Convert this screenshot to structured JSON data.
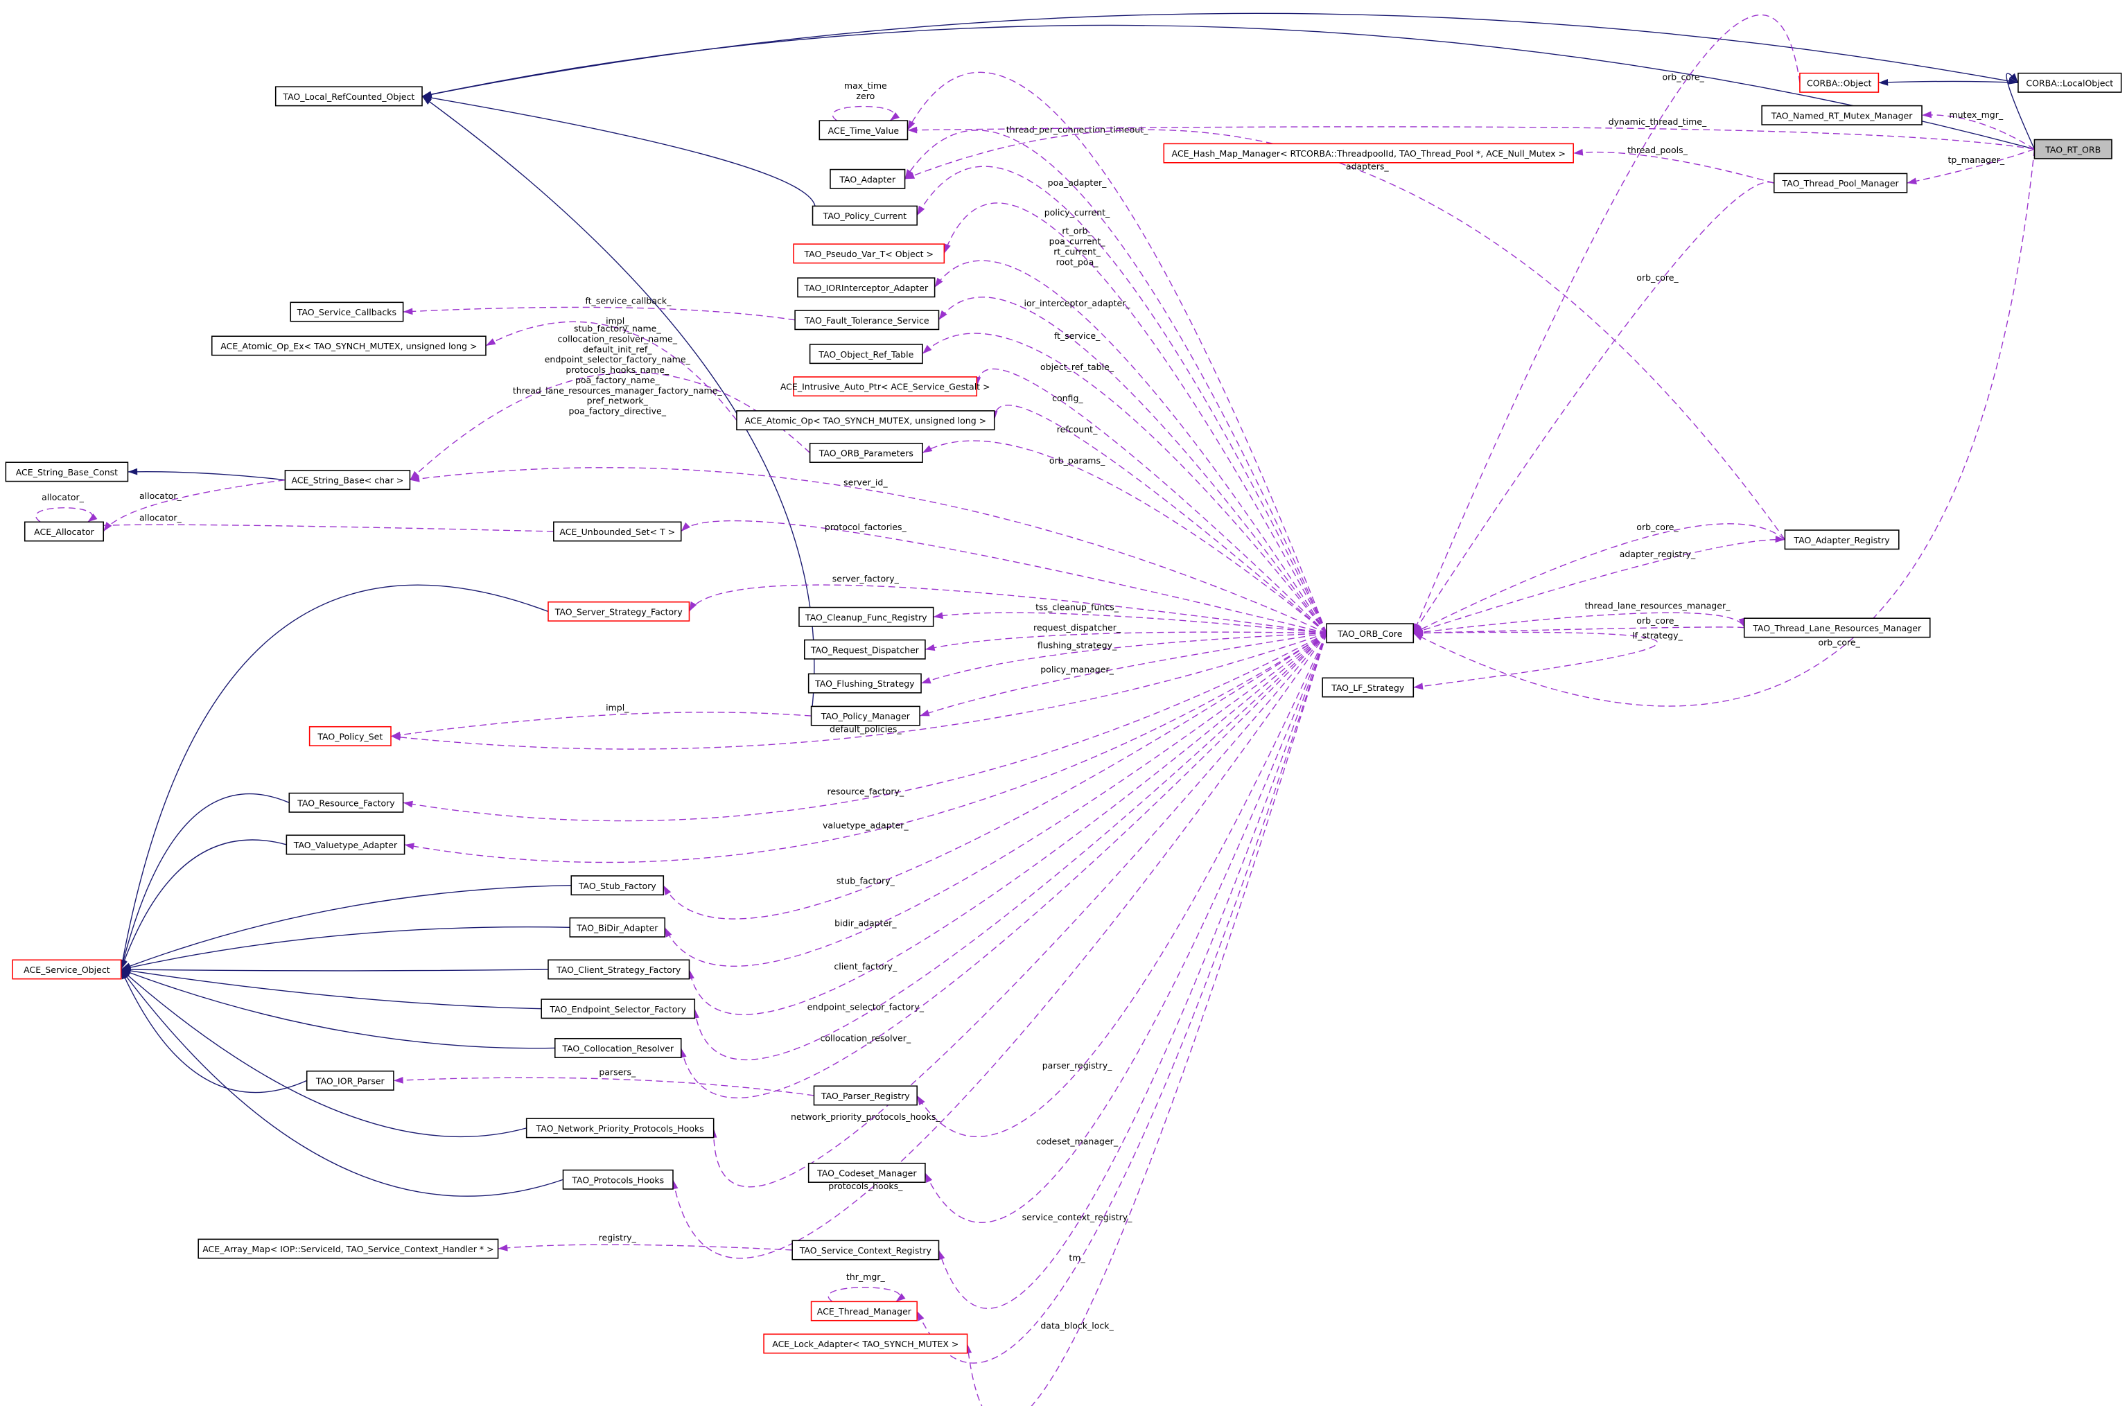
{
  "title": "TAO_RT_ORB collaboration graph",
  "colors": {
    "inheritance": "#191970",
    "usage": "#9a32cd",
    "incomplete_border": "#ff0000",
    "focus_fill": "#bfbfbf"
  },
  "nodes": [
    {
      "id": "rt_orb",
      "label": "TAO_RT_ORB",
      "focus": true
    },
    {
      "id": "localobject",
      "label": "CORBA::LocalObject"
    },
    {
      "id": "corba_object",
      "label": "CORBA::Object",
      "red": true
    },
    {
      "id": "local_refcounted",
      "label": "TAO_Local_RefCounted_Object"
    },
    {
      "id": "time_value",
      "label": "ACE_Time_Value"
    },
    {
      "id": "named_mutex",
      "label": "TAO_Named_RT_Mutex_Manager"
    },
    {
      "id": "hash_map",
      "label": "ACE_Hash_Map_Manager< RTCORBA::ThreadpoolId, TAO_Thread_Pool *, ACE_Null_Mutex >",
      "red": true
    },
    {
      "id": "thread_pool_mgr",
      "label": "TAO_Thread_Pool_Manager"
    },
    {
      "id": "adapter",
      "label": "TAO_Adapter"
    },
    {
      "id": "policy_current",
      "label": "TAO_Policy_Current"
    },
    {
      "id": "pseudo_var",
      "label": "TAO_Pseudo_Var_T< Object >",
      "red": true
    },
    {
      "id": "ior_interceptor",
      "label": "TAO_IORInterceptor_Adapter"
    },
    {
      "id": "service_callbacks",
      "label": "TAO_Service_Callbacks"
    },
    {
      "id": "fault_tolerance",
      "label": "TAO_Fault_Tolerance_Service"
    },
    {
      "id": "atomic_op_ex",
      "label": "ACE_Atomic_Op_Ex< TAO_SYNCH_MUTEX, unsigned long >"
    },
    {
      "id": "object_ref_table",
      "label": "TAO_Object_Ref_Table"
    },
    {
      "id": "intrusive_ptr",
      "label": "ACE_Intrusive_Auto_Ptr< ACE_Service_Gestalt >",
      "red": true
    },
    {
      "id": "atomic_op",
      "label": "ACE_Atomic_Op< TAO_SYNCH_MUTEX, unsigned long >"
    },
    {
      "id": "orb_params",
      "label": "TAO_ORB_Parameters"
    },
    {
      "id": "string_base_const",
      "label": "ACE_String_Base_Const"
    },
    {
      "id": "string_base",
      "label": "ACE_String_Base< char >"
    },
    {
      "id": "allocator",
      "label": "ACE_Allocator"
    },
    {
      "id": "unbounded_set",
      "label": "ACE_Unbounded_Set< T >"
    },
    {
      "id": "adapter_registry",
      "label": "TAO_Adapter_Registry"
    },
    {
      "id": "server_strategy",
      "label": "TAO_Server_Strategy_Factory",
      "red": true
    },
    {
      "id": "cleanup",
      "label": "TAO_Cleanup_Func_Registry"
    },
    {
      "id": "orb_core",
      "label": "TAO_ORB_Core"
    },
    {
      "id": "thread_lane",
      "label": "TAO_Thread_Lane_Resources_Manager"
    },
    {
      "id": "request_dispatcher",
      "label": "TAO_Request_Dispatcher"
    },
    {
      "id": "flushing",
      "label": "TAO_Flushing_Strategy"
    },
    {
      "id": "lf_strategy",
      "label": "TAO_LF_Strategy"
    },
    {
      "id": "policy_manager",
      "label": "TAO_Policy_Manager"
    },
    {
      "id": "policy_set",
      "label": "TAO_Policy_Set",
      "red": true
    },
    {
      "id": "resource_factory",
      "label": "TAO_Resource_Factory"
    },
    {
      "id": "valuetype",
      "label": "TAO_Valuetype_Adapter"
    },
    {
      "id": "stub_factory",
      "label": "TAO_Stub_Factory"
    },
    {
      "id": "bidir",
      "label": "TAO_BiDir_Adapter"
    },
    {
      "id": "service_object",
      "label": "ACE_Service_Object",
      "red": true
    },
    {
      "id": "client_strategy",
      "label": "TAO_Client_Strategy_Factory"
    },
    {
      "id": "endpoint_selector",
      "label": "TAO_Endpoint_Selector_Factory"
    },
    {
      "id": "collocation",
      "label": "TAO_Collocation_Resolver"
    },
    {
      "id": "ior_parser",
      "label": "TAO_IOR_Parser"
    },
    {
      "id": "parser_registry",
      "label": "TAO_Parser_Registry"
    },
    {
      "id": "network_priority",
      "label": "TAO_Network_Priority_Protocols_Hooks"
    },
    {
      "id": "codeset",
      "label": "TAO_Codeset_Manager"
    },
    {
      "id": "protocols_hooks",
      "label": "TAO_Protocols_Hooks"
    },
    {
      "id": "array_map",
      "label": "ACE_Array_Map< IOP::ServiceId, TAO_Service_Context_Handler * >"
    },
    {
      "id": "service_context",
      "label": "TAO_Service_Context_Registry"
    },
    {
      "id": "thread_manager",
      "label": "ACE_Thread_Manager",
      "red": true
    },
    {
      "id": "lock_adapter",
      "label": "ACE_Lock_Adapter< TAO_SYNCH_MUTEX >",
      "red": true
    }
  ],
  "edges": [
    {
      "from": "rt_orb",
      "to": "local_refcounted",
      "kind": "inheritance",
      "label": []
    },
    {
      "from": "rt_orb",
      "to": "localobject",
      "kind": "inheritance",
      "label": []
    },
    {
      "from": "local_refcounted",
      "to": "localobject",
      "kind": "inheritance",
      "label": []
    },
    {
      "from": "localobject",
      "to": "corba_object",
      "kind": "inheritance",
      "label": []
    },
    {
      "from": "policy_current",
      "to": "local_refcounted",
      "kind": "inheritance",
      "label": []
    },
    {
      "from": "policy_manager",
      "to": "local_refcounted",
      "kind": "inheritance",
      "label": []
    },
    {
      "from": "string_base",
      "to": "string_base_const",
      "kind": "inheritance",
      "label": []
    },
    {
      "from": "server_strategy",
      "to": "service_object",
      "kind": "inheritance",
      "label": []
    },
    {
      "from": "resource_factory",
      "to": "service_object",
      "kind": "inheritance",
      "label": []
    },
    {
      "from": "valuetype",
      "to": "service_object",
      "kind": "inheritance",
      "label": []
    },
    {
      "from": "stub_factory",
      "to": "service_object",
      "kind": "inheritance",
      "label": []
    },
    {
      "from": "bidir",
      "to": "service_object",
      "kind": "inheritance",
      "label": []
    },
    {
      "from": "client_strategy",
      "to": "service_object",
      "kind": "inheritance",
      "label": []
    },
    {
      "from": "endpoint_selector",
      "to": "service_object",
      "kind": "inheritance",
      "label": []
    },
    {
      "from": "collocation",
      "to": "service_object",
      "kind": "inheritance",
      "label": []
    },
    {
      "from": "ior_parser",
      "to": "service_object",
      "kind": "inheritance",
      "label": []
    },
    {
      "from": "network_priority",
      "to": "service_object",
      "kind": "inheritance",
      "label": []
    },
    {
      "from": "protocols_hooks",
      "to": "service_object",
      "kind": "inheritance",
      "label": []
    },
    {
      "from": "time_value",
      "to": "time_value",
      "kind": "usage",
      "label": [
        "max_time",
        "zero"
      ]
    },
    {
      "from": "thread_manager",
      "to": "thread_manager",
      "kind": "usage",
      "label": [
        "thr_mgr_"
      ]
    },
    {
      "from": "allocator",
      "to": "allocator",
      "kind": "usage",
      "label": [
        "allocator_"
      ]
    },
    {
      "from": "string_base",
      "to": "allocator",
      "kind": "usage",
      "label": [
        "allocator_"
      ]
    },
    {
      "from": "unbounded_set",
      "to": "allocator",
      "kind": "usage",
      "label": [
        "allocator_"
      ]
    },
    {
      "from": "fault_tolerance",
      "to": "service_callbacks",
      "kind": "usage",
      "label": [
        "ft_service_callback_"
      ]
    },
    {
      "from": "atomic_op",
      "to": "atomic_op_ex",
      "kind": "usage",
      "label": [
        "impl_"
      ]
    },
    {
      "from": "orb_params",
      "to": "string_base",
      "kind": "usage",
      "label": [
        "stub_factory_name_",
        "collocation_resolver_name_",
        "default_init_ref_",
        "endpoint_selector_factory_name_",
        "protocols_hooks_name_",
        "poa_factory_name_",
        "thread_lane_resources_manager_factory_name_",
        "pref_network_",
        "poa_factory_directive_"
      ]
    },
    {
      "from": "policy_manager",
      "to": "policy_set",
      "kind": "usage",
      "label": [
        "impl_"
      ]
    },
    {
      "from": "parser_registry",
      "to": "ior_parser",
      "kind": "usage",
      "label": [
        "parsers_"
      ]
    },
    {
      "from": "service_context",
      "to": "array_map",
      "kind": "usage",
      "label": [
        "registry_"
      ]
    },
    {
      "from": "orb_core",
      "to": "time_value",
      "kind": "usage",
      "label": [
        "thread_per_connection_timeout_"
      ]
    },
    {
      "from": "orb_core",
      "to": "adapter",
      "kind": "usage",
      "label": [
        "poa_adapter_"
      ]
    },
    {
      "from": "orb_core",
      "to": "policy_current",
      "kind": "usage",
      "label": [
        "policy_current_"
      ]
    },
    {
      "from": "orb_core",
      "to": "pseudo_var",
      "kind": "usage",
      "label": [
        "rt_orb_",
        "poa_current_",
        "rt_current_",
        "root_poa_"
      ]
    },
    {
      "from": "orb_core",
      "to": "ior_interceptor",
      "kind": "usage",
      "label": [
        "ior_interceptor_adapter_"
      ]
    },
    {
      "from": "orb_core",
      "to": "fault_tolerance",
      "kind": "usage",
      "label": [
        "ft_service_"
      ]
    },
    {
      "from": "orb_core",
      "to": "object_ref_table",
      "kind": "usage",
      "label": [
        "object_ref_table_"
      ]
    },
    {
      "from": "orb_core",
      "to": "intrusive_ptr",
      "kind": "usage",
      "label": [
        "config_"
      ]
    },
    {
      "from": "orb_core",
      "to": "atomic_op",
      "kind": "usage",
      "label": [
        "refcount_"
      ]
    },
    {
      "from": "orb_core",
      "to": "orb_params",
      "kind": "usage",
      "label": [
        "orb_params_"
      ]
    },
    {
      "from": "orb_core",
      "to": "string_base",
      "kind": "usage",
      "label": [
        "server_id_"
      ]
    },
    {
      "from": "orb_core",
      "to": "unbounded_set",
      "kind": "usage",
      "label": [
        "protocol_factories_"
      ]
    },
    {
      "from": "orb_core",
      "to": "server_strategy",
      "kind": "usage",
      "label": [
        "server_factory_"
      ]
    },
    {
      "from": "orb_core",
      "to": "cleanup",
      "kind": "usage",
      "label": [
        "tss_cleanup_funcs_"
      ]
    },
    {
      "from": "orb_core",
      "to": "request_dispatcher",
      "kind": "usage",
      "label": [
        "request_dispatcher_"
      ]
    },
    {
      "from": "orb_core",
      "to": "flushing",
      "kind": "usage",
      "label": [
        "flushing_strategy_"
      ]
    },
    {
      "from": "orb_core",
      "to": "policy_manager",
      "kind": "usage",
      "label": [
        "policy_manager_"
      ]
    },
    {
      "from": "orb_core",
      "to": "policy_set",
      "kind": "usage",
      "label": [
        "default_policies_"
      ]
    },
    {
      "from": "orb_core",
      "to": "resource_factory",
      "kind": "usage",
      "label": [
        "resource_factory_"
      ]
    },
    {
      "from": "orb_core",
      "to": "valuetype",
      "kind": "usage",
      "label": [
        "valuetype_adapter_"
      ]
    },
    {
      "from": "orb_core",
      "to": "stub_factory",
      "kind": "usage",
      "label": [
        "stub_factory_"
      ]
    },
    {
      "from": "orb_core",
      "to": "bidir",
      "kind": "usage",
      "label": [
        "bidir_adapter_"
      ]
    },
    {
      "from": "orb_core",
      "to": "client_strategy",
      "kind": "usage",
      "label": [
        "client_factory_"
      ]
    },
    {
      "from": "orb_core",
      "to": "endpoint_selector",
      "kind": "usage",
      "label": [
        "endpoint_selector_factory_"
      ]
    },
    {
      "from": "orb_core",
      "to": "collocation",
      "kind": "usage",
      "label": [
        "collocation_resolver_"
      ]
    },
    {
      "from": "orb_core",
      "to": "parser_registry",
      "kind": "usage",
      "label": [
        "parser_registry_"
      ]
    },
    {
      "from": "orb_core",
      "to": "network_priority",
      "kind": "usage",
      "label": [
        "network_priority_protocols_hooks_"
      ]
    },
    {
      "from": "orb_core",
      "to": "codeset",
      "kind": "usage",
      "label": [
        "codeset_manager_"
      ]
    },
    {
      "from": "orb_core",
      "to": "protocols_hooks",
      "kind": "usage",
      "label": [
        "protocols_hooks_"
      ]
    },
    {
      "from": "orb_core",
      "to": "service_context",
      "kind": "usage",
      "label": [
        "service_context_registry_"
      ]
    },
    {
      "from": "orb_core",
      "to": "thread_manager",
      "kind": "usage",
      "label": [
        "tm_"
      ]
    },
    {
      "from": "orb_core",
      "to": "lock_adapter",
      "kind": "usage",
      "label": [
        "data_block_lock_"
      ]
    },
    {
      "from": "adapter_registry",
      "to": "adapter",
      "kind": "usage",
      "label": [
        "adapters_"
      ]
    },
    {
      "from": "adapter_registry",
      "to": "orb_core",
      "kind": "usage",
      "label": [
        "orb_core_"
      ]
    },
    {
      "from": "orb_core",
      "to": "adapter_registry",
      "kind": "usage",
      "label": [
        "adapter_registry_"
      ]
    },
    {
      "from": "orb_core",
      "to": "thread_lane",
      "kind": "usage",
      "label": [
        "thread_lane_resources_manager_"
      ]
    },
    {
      "from": "thread_lane",
      "to": "orb_core",
      "kind": "usage",
      "label": [
        "orb_core_"
      ]
    },
    {
      "from": "orb_core",
      "to": "lf_strategy",
      "kind": "usage",
      "label": [
        "lf_strategy_"
      ]
    },
    {
      "from": "rt_orb",
      "to": "orb_core",
      "kind": "usage",
      "label": [
        "orb_core_"
      ]
    },
    {
      "from": "thread_pool_mgr",
      "to": "orb_core",
      "kind": "usage",
      "label": [
        "orb_core_"
      ]
    },
    {
      "from": "corba_object",
      "to": "orb_core",
      "kind": "usage",
      "label": [
        "orb_core_"
      ]
    },
    {
      "from": "rt_orb",
      "to": "time_value",
      "kind": "usage",
      "label": [
        "dynamic_thread_time_"
      ]
    },
    {
      "from": "rt_orb",
      "to": "named_mutex",
      "kind": "usage",
      "label": [
        "mutex_mgr_"
      ]
    },
    {
      "from": "rt_orb",
      "to": "thread_pool_mgr",
      "kind": "usage",
      "label": [
        "tp_manager_"
      ]
    },
    {
      "from": "thread_pool_mgr",
      "to": "hash_map",
      "kind": "usage",
      "label": [
        "thread_pools_"
      ]
    }
  ]
}
